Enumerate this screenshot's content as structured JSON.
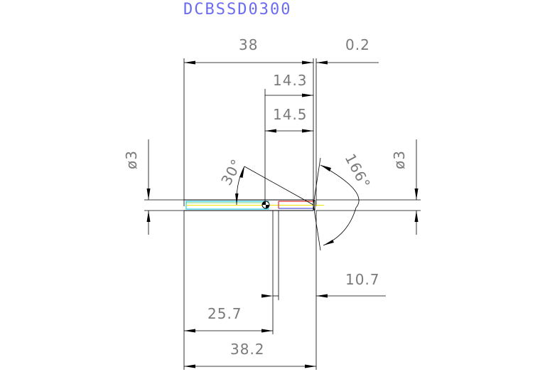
{
  "drawing": {
    "title": "DCBSSD0300",
    "dimensions": {
      "overall_length": "38",
      "tip_offset": "0.2",
      "cut_length_a": "14.3",
      "cut_length_b": "14.5",
      "shank_diameter": "ø3",
      "tip_diameter": "ø3",
      "chamfer_angle": "30°",
      "point_angle": "166°",
      "overhang": "10.7",
      "flute_length": "25.7",
      "total_length": "38.2"
    },
    "colors": {
      "title": "#6b6bf2",
      "dimension_text": "#7a7a7a",
      "geometry": "#000000",
      "centerline_yellow": "#f2e600",
      "edge_cyan": "#00c8e6",
      "edge_red": "#e00000",
      "edge_blue": "#3030d0",
      "edge_green": "#00b000"
    }
  }
}
